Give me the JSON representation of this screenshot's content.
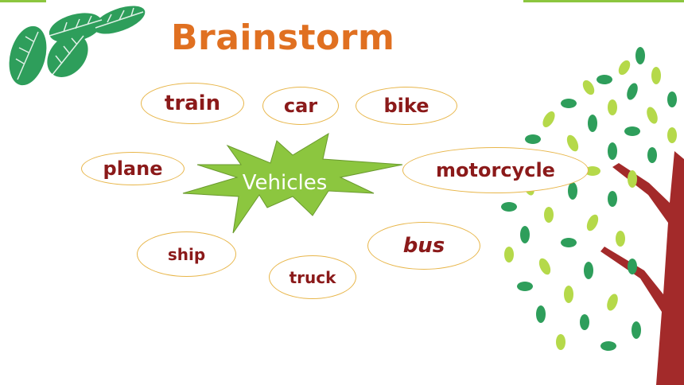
{
  "slide": {
    "title": "Brainstorm",
    "center_label": "Vehicles",
    "words": {
      "train": "train",
      "car": "car",
      "bike": "bike",
      "plane": "plane",
      "motorcycle": "motorcycle",
      "ship": "ship",
      "truck": "truck",
      "bus": "bus"
    }
  },
  "colors": {
    "title": "#e07021",
    "word_text": "#8b1a1a",
    "bubble_border": "#e8b64a",
    "starburst": "#8cc63f",
    "leaf_dark": "#2e9e5b",
    "leaf_light": "#b5d94a",
    "trunk": "#a32a2a"
  },
  "icons": [
    "leaves-decoration",
    "tree-decoration",
    "starburst-shape"
  ]
}
